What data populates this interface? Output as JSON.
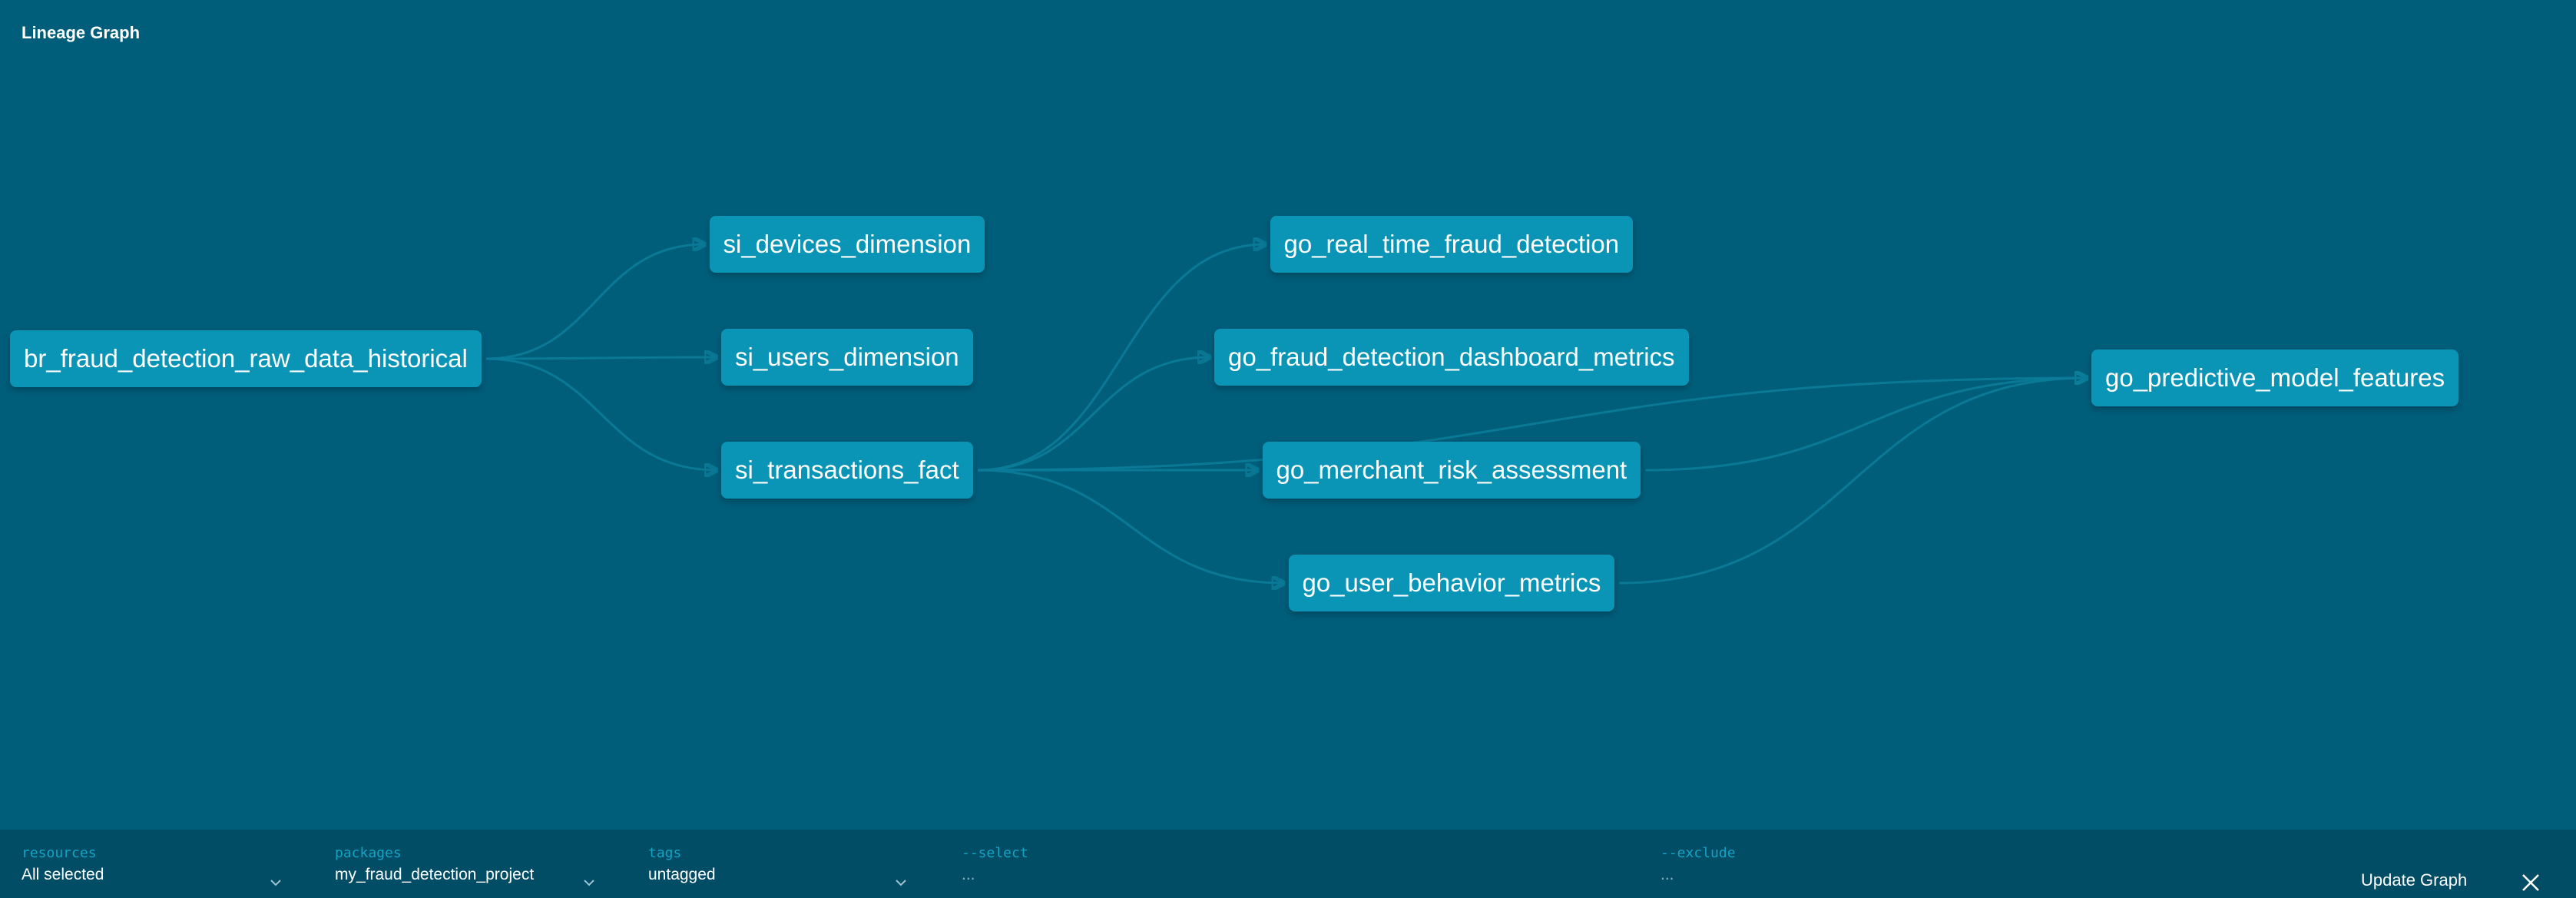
{
  "header": {
    "title": "Lineage Graph"
  },
  "graph": {
    "nodes": [
      {
        "id": "br_fraud_detection_raw_data_historical",
        "label": "br_fraud_detection_raw_data_historical"
      },
      {
        "id": "si_devices_dimension",
        "label": "si_devices_dimension"
      },
      {
        "id": "si_users_dimension",
        "label": "si_users_dimension"
      },
      {
        "id": "si_transactions_fact",
        "label": "si_transactions_fact"
      },
      {
        "id": "go_real_time_fraud_detection",
        "label": "go_real_time_fraud_detection"
      },
      {
        "id": "go_fraud_detection_dashboard_metrics",
        "label": "go_fraud_detection_dashboard_metrics"
      },
      {
        "id": "go_merchant_risk_assessment",
        "label": "go_merchant_risk_assessment"
      },
      {
        "id": "go_user_behavior_metrics",
        "label": "go_user_behavior_metrics"
      },
      {
        "id": "go_predictive_model_features",
        "label": "go_predictive_model_features"
      }
    ],
    "edges": [
      [
        "br_fraud_detection_raw_data_historical",
        "si_devices_dimension"
      ],
      [
        "br_fraud_detection_raw_data_historical",
        "si_users_dimension"
      ],
      [
        "br_fraud_detection_raw_data_historical",
        "si_transactions_fact"
      ],
      [
        "si_transactions_fact",
        "go_real_time_fraud_detection"
      ],
      [
        "si_transactions_fact",
        "go_fraud_detection_dashboard_metrics"
      ],
      [
        "si_transactions_fact",
        "go_merchant_risk_assessment"
      ],
      [
        "si_transactions_fact",
        "go_user_behavior_metrics"
      ],
      [
        "si_transactions_fact",
        "go_predictive_model_features"
      ],
      [
        "go_merchant_risk_assessment",
        "go_predictive_model_features"
      ],
      [
        "go_user_behavior_metrics",
        "go_predictive_model_features"
      ]
    ]
  },
  "filters": {
    "resources": {
      "label": "resources",
      "value": "All selected"
    },
    "packages": {
      "label": "packages",
      "value": "my_fraud_detection_project"
    },
    "tags": {
      "label": "tags",
      "value": "untagged"
    },
    "select": {
      "label": "--select",
      "placeholder": "..."
    },
    "exclude": {
      "label": "--exclude",
      "placeholder": "..."
    }
  },
  "actions": {
    "update_graph": "Update Graph"
  },
  "icons": {
    "close": "close-icon",
    "dropdown": "chevron-down-icon"
  },
  "colors": {
    "background": "#005e7a",
    "node": "#0a94b5",
    "edge": "#0b7d9a",
    "bottom_bar": "#014d66",
    "filter_label": "#14a3c3"
  }
}
